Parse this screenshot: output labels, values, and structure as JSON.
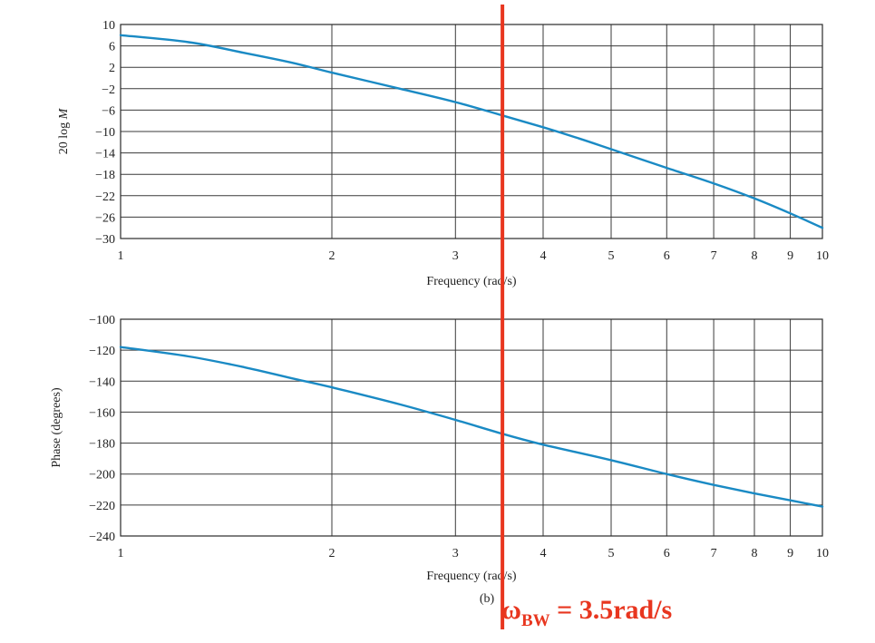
{
  "colors": {
    "curve": "#1a8ac4",
    "marker": "#e8361f",
    "grid": "#3a3a3a",
    "text": "#222222",
    "annotation": "#e8361f"
  },
  "chart_data": [
    {
      "type": "line",
      "xscale": "log",
      "xlim": [
        1,
        10
      ],
      "xlabel": "Frequency (rad/s)",
      "ylabel": "20 log M",
      "ylim": [
        -30,
        10
      ],
      "x_tick_labels": [
        "1",
        "2",
        "3",
        "4",
        "5",
        "6",
        "7",
        "8",
        "9",
        "10"
      ],
      "y_tick_labels": [
        "10",
        "6",
        "2",
        "−2",
        "−6",
        "−10",
        "−14",
        "−18",
        "−22",
        "−26",
        "−30"
      ],
      "grid": true,
      "series": [
        {
          "x": [
            1,
            1.25,
            1.5,
            1.75,
            2,
            2.5,
            3,
            3.5,
            4,
            4.5,
            5,
            6,
            7,
            8,
            9,
            10
          ],
          "y": [
            8,
            6.7,
            4.7,
            2.9,
            1,
            -2,
            -4.5,
            -7,
            -9.2,
            -11.3,
            -13.3,
            -16.8,
            -19.7,
            -22.5,
            -25.3,
            -28
          ]
        }
      ]
    },
    {
      "type": "line",
      "xscale": "log",
      "xlim": [
        1,
        10
      ],
      "xlabel": "Frequency (rad/s)",
      "ylabel": "Phase (degrees)",
      "ylim": [
        -240,
        -100
      ],
      "x_tick_labels": [
        "1",
        "2",
        "3",
        "4",
        "5",
        "6",
        "7",
        "8",
        "9",
        "10"
      ],
      "y_tick_labels": [
        "−100",
        "−120",
        "−140",
        "−160",
        "−180",
        "−200",
        "−220",
        "−240"
      ],
      "grid": true,
      "series": [
        {
          "x": [
            1,
            1.25,
            1.5,
            1.75,
            2,
            2.5,
            3,
            3.5,
            4,
            5,
            6,
            7,
            8,
            9,
            10
          ],
          "y": [
            -118,
            -124,
            -131,
            -138,
            -144,
            -155,
            -165,
            -174,
            -181,
            -191,
            -200,
            -207,
            -212.5,
            -217,
            -221
          ]
        }
      ]
    }
  ],
  "subfigure_label": "(b)",
  "annotation": {
    "omega": "ω",
    "subscript": "BW",
    "rest": " = 3.5rad/s",
    "marker_x": 3.5
  }
}
